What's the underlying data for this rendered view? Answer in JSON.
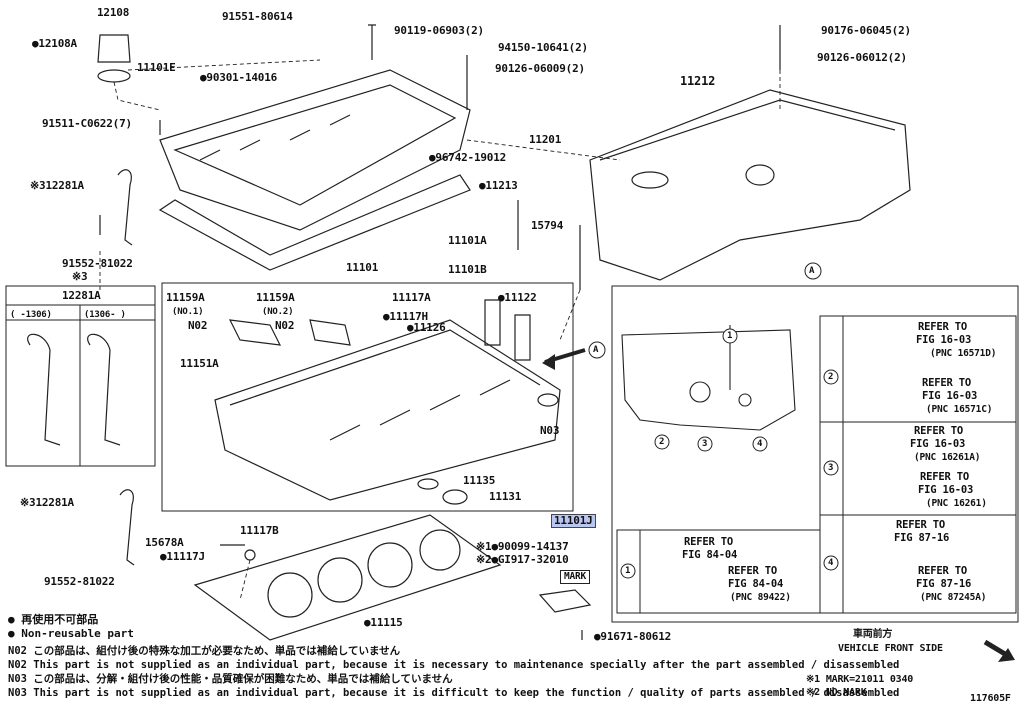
{
  "labels": {
    "p12108": "12108",
    "p12108a": "●12108A",
    "p91551": "91551-80614",
    "p11101e": "11101E",
    "p90301": "●90301-14016",
    "p90119": "90119-06903(2)",
    "p94150": "94150-10641(2)",
    "p90126a": "90126-06009(2)",
    "p90176": "90176-06045(2)",
    "p90126b": "90126-06012(2)",
    "p11212": "11212",
    "p91511": "91511-C0622(7)",
    "p11201": "11201",
    "p96742": "●96742-19012",
    "p11213": "●11213",
    "p12281a_top": "※312281A",
    "p91552_top": "91552-81022",
    "p91552_note": "※3",
    "p11101a": "11101A",
    "p15794": "15794",
    "p11101b": "11101B",
    "p11101": "11101",
    "p11159a1": "11159A",
    "p11159a1_sub": "(NO.1)",
    "p11159a2": "11159A",
    "p11159a2_sub": "(NO.2)",
    "p11117a": "11117A",
    "p11117h": "●11117H",
    "p11122": "●11122",
    "p11126": "●11126",
    "p_n02a": "N02",
    "p_n02b": "N02",
    "p11151a": "11151A",
    "p_n03": "N03",
    "p11135": "11135",
    "p11131": "11131",
    "p_a_arrow": "A",
    "p_a_top": "A",
    "p12281a_box": "12281A",
    "p12281a_col1": "(    -1306)",
    "p12281a_col2": "(1306-    )",
    "p12281a_bot": "※312281A",
    "p15678a": "15678A",
    "p11117b": "11117B",
    "p11117j": "●11117J",
    "p91552_bot": "91552-81022",
    "p11115": "●11115",
    "p11101j": "11101J",
    "p90099": "※1●90099-14137",
    "p90917": "※2●GI917-32010",
    "p_mark": "MARK",
    "p91671": "●91671-80612"
  },
  "detail": {
    "callouts": [
      "1",
      "2",
      "3",
      "4"
    ],
    "ref2a": [
      "REFER TO",
      "FIG 16-03",
      "(PNC 16571D)"
    ],
    "ref2b": [
      "REFER TO",
      "FIG 16-03",
      "(PNC 16571C)"
    ],
    "ref3a": [
      "REFER TO",
      "FIG 16-03",
      "(PNC 16261A)"
    ],
    "ref3b": [
      "REFER TO",
      "FIG 16-03",
      "(PNC 16261)"
    ],
    "ref4a": [
      "REFER TO",
      "FIG 87-16"
    ],
    "ref4b": [
      "REFER TO",
      "FIG 87-16",
      "(PNC 87245A)"
    ],
    "ref1a": [
      "REFER TO",
      "FIG 84-04"
    ],
    "ref1b": [
      "REFER TO",
      "FIG 84-04",
      "(PNC 89422)"
    ]
  },
  "legend": {
    "line1": "● 再使用不可部品",
    "line2": "● Non-reusable part",
    "n02_jp": "N02  この部品は、組付け後の特殊な加工が必要なため、単品では補給していません",
    "n02_en": "N02  This part is not supplied as an individual part, because it is necessary to maintenance specially after the part assembled / disassembled",
    "n03_jp": "N03  この部品は、分解・組付け後の性能・品質確保が困難なため、単品では補給していません",
    "n03_en": "N03  This part is not supplied as an individual part, because it is difficult to keep the function / quality of parts  assembled / disassembled"
  },
  "front": {
    "jp": "車両前方",
    "en": "VEHICLE FRONT SIDE"
  },
  "marks": {
    "m1": "※1 MARK=21011 0340",
    "m2": "※2 NO MARK"
  },
  "figure_id": "117605F"
}
